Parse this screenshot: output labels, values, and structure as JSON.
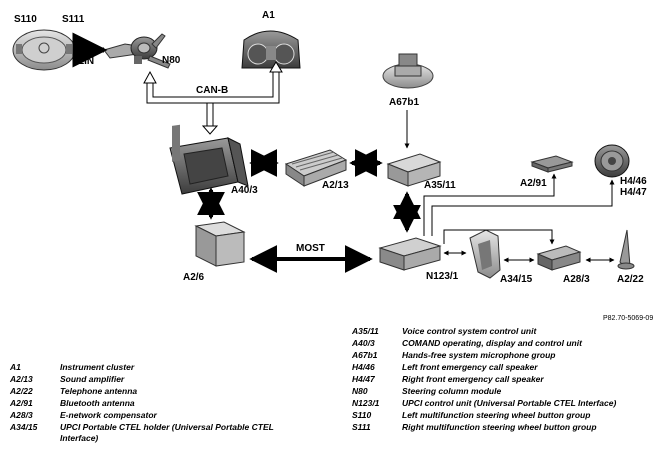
{
  "figure_id": "P82.70-5069-09",
  "bus_labels": {
    "lin": "LIN",
    "can_b": "CAN-B",
    "most": "MOST"
  },
  "component_labels": {
    "s110": "S110",
    "s111": "S111",
    "n80": "N80",
    "a1": "A1",
    "a67b1": "A67b1",
    "a40_3": "A40/3",
    "a2_13": "A2/13",
    "a35_11": "A35/11",
    "a2_91": "A2/91",
    "h4_46": "H4/46",
    "h4_47": "H4/47",
    "a2_6": "A2/6",
    "n123_1": "N123/1",
    "a34_15": "A34/15",
    "a28_3": "A28/3",
    "a2_22": "A2/22"
  },
  "legend_left": [
    {
      "code": "A1",
      "desc": "Instrument cluster"
    },
    {
      "code": "A2/13",
      "desc": "Sound amplifier"
    },
    {
      "code": "A2/22",
      "desc": "Telephone antenna"
    },
    {
      "code": "A2/91",
      "desc": "Bluetooth antenna"
    },
    {
      "code": "A28/3",
      "desc": "E-network compensator"
    },
    {
      "code": "A34/15",
      "desc": "UPCI Portable CTEL holder (Universal Portable CTEL Interface)"
    }
  ],
  "legend_right": [
    {
      "code": "A35/11",
      "desc": "Voice control system control unit"
    },
    {
      "code": "A40/3",
      "desc": "COMAND operating, display and control unit"
    },
    {
      "code": "A67b1",
      "desc": "Hands-free system microphone group"
    },
    {
      "code": "H4/46",
      "desc": "Left front emergency call speaker"
    },
    {
      "code": "H4/47",
      "desc": "Right front emergency call speaker"
    },
    {
      "code": "N80",
      "desc": "Steering column module"
    },
    {
      "code": "N123/1",
      "desc": "UPCI control unit (Universal Portable CTEL Interface)"
    },
    {
      "code": "S110",
      "desc": "Left multifunction steering wheel button group"
    },
    {
      "code": "S111",
      "desc": "Right multifunction steering wheel button group"
    }
  ]
}
